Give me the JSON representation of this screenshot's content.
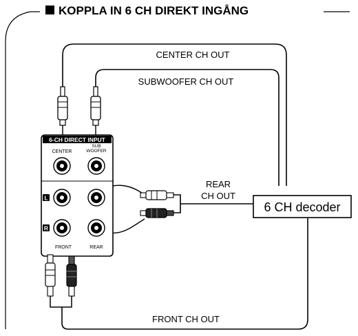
{
  "header": {
    "title": "KOPPLA IN 6 CH DIREKT INGÅNG"
  },
  "panel": {
    "label": "6-CH DIRECT INPUT",
    "center": "CENTER",
    "sub_line1": "SUB",
    "sub_line2": "WOOFER",
    "left_badge": "L",
    "right_badge": "R",
    "front": "FRONT",
    "rear": "REAR"
  },
  "cables": {
    "center_out": "CENTER CH OUT",
    "subwoofer_out": "SUBWOOFER CH OUT",
    "rear_out_line1": "REAR",
    "rear_out_line2": "CH OUT",
    "front_out": "FRONT CH OUT"
  },
  "decoder": {
    "label": "6 CH decoder"
  }
}
